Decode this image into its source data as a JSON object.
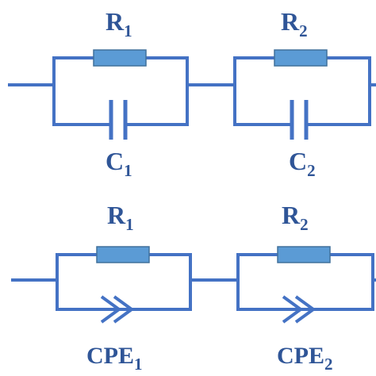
{
  "circuit_top": {
    "element1": {
      "resistor": {
        "base": "R",
        "sub": "1"
      },
      "capacitor": {
        "base": "C",
        "sub": "1"
      }
    },
    "element2": {
      "resistor": {
        "base": "R",
        "sub": "2"
      },
      "capacitor": {
        "base": "C",
        "sub": "2"
      }
    }
  },
  "circuit_bottom": {
    "element1": {
      "resistor": {
        "base": "R",
        "sub": "1"
      },
      "cpe": {
        "base": "CPE",
        "sub": "1"
      }
    },
    "element2": {
      "resistor": {
        "base": "R",
        "sub": "2"
      },
      "cpe": {
        "base": "CPE",
        "sub": "2"
      }
    }
  },
  "colors": {
    "wire": "#4472c4",
    "resistor_fill": "#5b9bd5",
    "label": "#2f5597"
  }
}
